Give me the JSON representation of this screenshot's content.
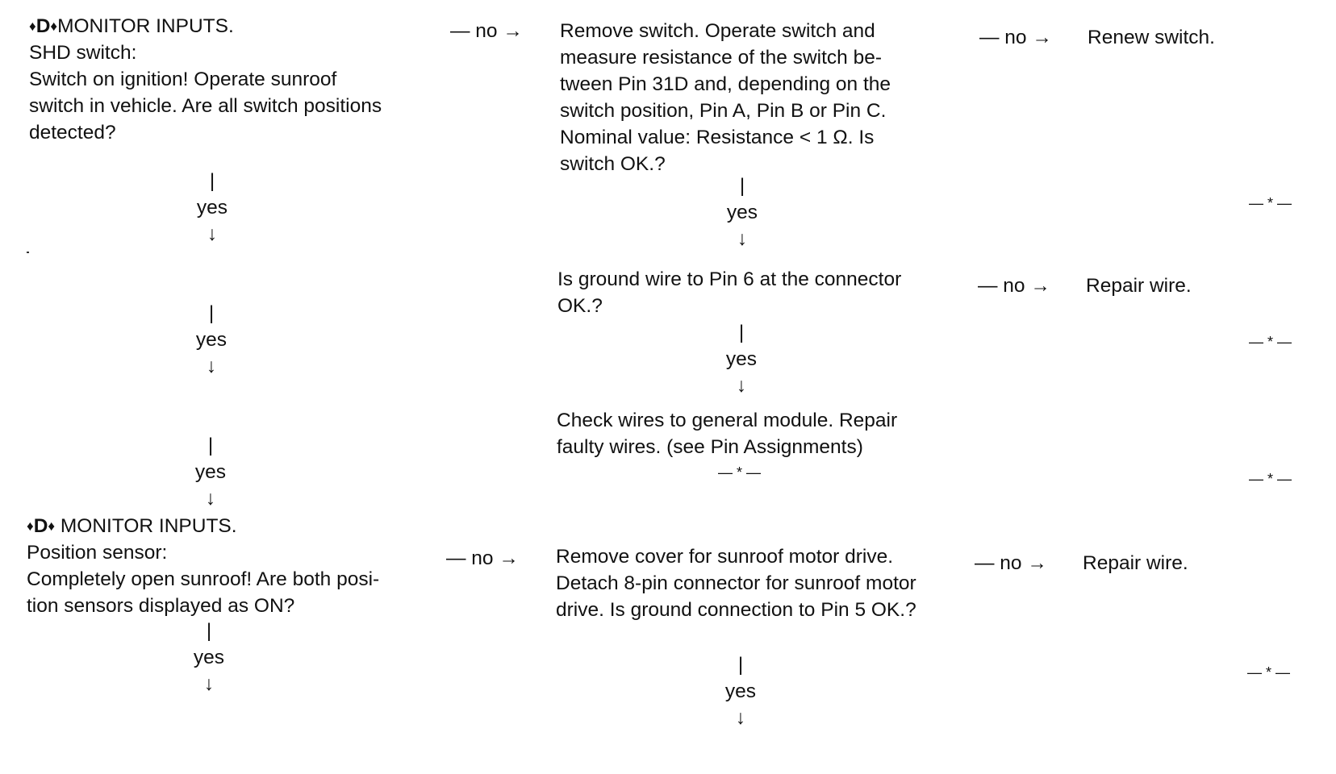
{
  "col1": {
    "block1": {
      "title_diamond_left": "♦",
      "title_letter": "D",
      "title_diamond_right": "♦",
      "title_rest": "MONITOR INPUTS.",
      "lines": [
        "SHD switch:",
        "Switch on ignition! Operate sunroof",
        "switch in vehicle. Are all switch positions",
        "detected?"
      ]
    },
    "block2": {
      "title_diamond_left": "♦",
      "title_letter": "D",
      "title_diamond_right": "♦",
      "title_rest": " MONITOR INPUTS.",
      "lines": [
        "Position sensor:",
        "Completely open sunroof! Are both posi-",
        "tion sensors displayed as ON?"
      ]
    }
  },
  "col2": {
    "block1": {
      "lines": [
        "Remove switch. Operate switch and",
        "measure resistance of the switch be-",
        "tween Pin 31D and, depending on the",
        "switch position, Pin A, Pin B or Pin C.",
        "Nominal value: Resistance < 1 Ω. Is",
        "switch OK.?"
      ]
    },
    "block2": {
      "lines": [
        "Is ground wire to Pin 6 at the connector",
        "OK.?"
      ]
    },
    "block3": {
      "lines": [
        "Check wires to general module. Repair",
        "faulty wires. (see Pin Assignments)"
      ]
    },
    "block4": {
      "lines": [
        "Remove cover for sunroof motor drive.",
        "Detach 8-pin connector for sunroof motor",
        "drive. Is ground connection to Pin 5 OK.?"
      ]
    }
  },
  "col3": {
    "action1": "Renew switch.",
    "action2": "Repair wire.",
    "action3": "Repair wire."
  },
  "flow": {
    "no_label": "— no →",
    "yes_label": "yes",
    "yes_bar": "|",
    "yes_arrow": "↓",
    "end_marker": "— * —"
  }
}
